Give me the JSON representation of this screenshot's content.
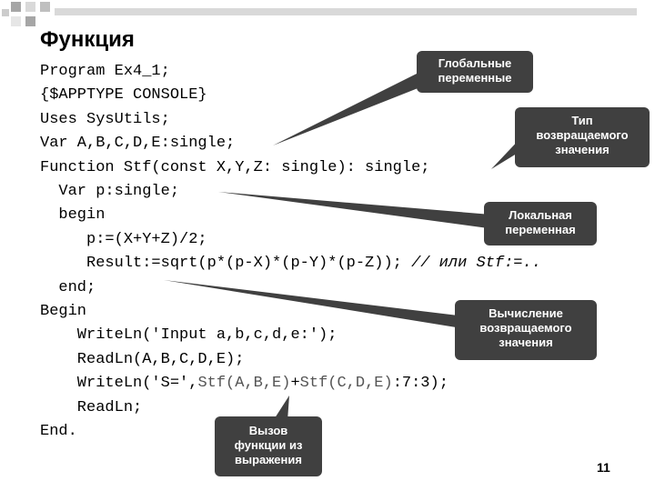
{
  "slide": {
    "title": "Функция",
    "page_number": "11",
    "code": {
      "line1": "Program Ex4_1;",
      "line2": "{$APPTYPE CONSOLE}",
      "line3": "Uses SysUtils;",
      "line4": "Var A,B,C,D,E:single;",
      "line5": "Function Stf(const X,Y,Z: single): single;",
      "line6": "  Var p:single;",
      "line7": "  begin",
      "line8": "     p:=(X+Y+Z)/2;",
      "line9a": "     Result:=sqrt(p*(p-X)*(p-Y)*(p-Z)); ",
      "line9b": "// или Stf:=..",
      "line10": "  end;",
      "line11": "Begin",
      "line12": "    WriteLn('Input a,b,c,d,e:');",
      "line13": "    ReadLn(A,B,C,D,E);",
      "line14a": "    WriteLn('S=',",
      "line14b": "Stf(A,B,E)",
      "line14c": "+",
      "line14d": "Stf(C,D,E)",
      "line14e": ":7:3);",
      "line15": "    ReadLn;",
      "line16": "End."
    },
    "callouts": {
      "globals": [
        "Глобальные",
        "переменные"
      ],
      "return_type": [
        "Тип",
        "возвращаемого",
        "значения"
      ],
      "local": [
        "Локальная",
        "переменная"
      ],
      "compute": [
        "Вычисление",
        "возвращаемого",
        "значения"
      ],
      "call": [
        "Вызов",
        "функции из",
        "выражения"
      ]
    }
  }
}
